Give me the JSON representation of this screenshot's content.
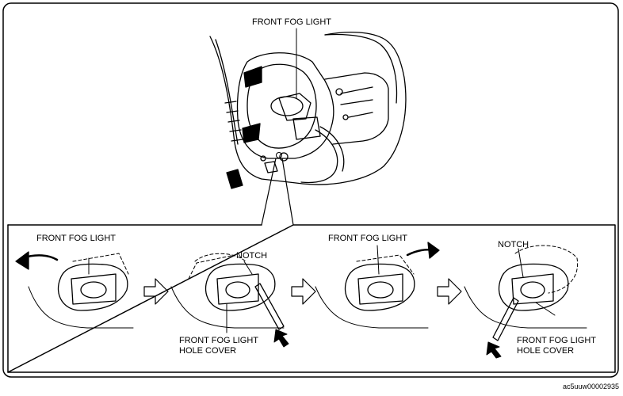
{
  "labels": {
    "main_title": "FRONT FOG LIGHT",
    "step1_title": "FRONT FOG LIGHT",
    "step2_notch": "NOTCH",
    "step2_cover_line1": "FRONT FOG LIGHT",
    "step2_cover_line2": "HOLE COVER",
    "step3_title": "FRONT FOG LIGHT",
    "step4_notch": "NOTCH",
    "step4_cover_line1": "FRONT FOG LIGHT",
    "step4_cover_line2": "HOLE COVER"
  },
  "figure_code": "ac5uuw00002935",
  "colors": {
    "line": "#000000",
    "background": "#ffffff"
  },
  "icons": [
    "rotate-ccw-arrow-icon",
    "next-step-arrow-icon",
    "screwdriver-icon",
    "push-arrow-icon",
    "rotate-cw-arrow-icon"
  ]
}
